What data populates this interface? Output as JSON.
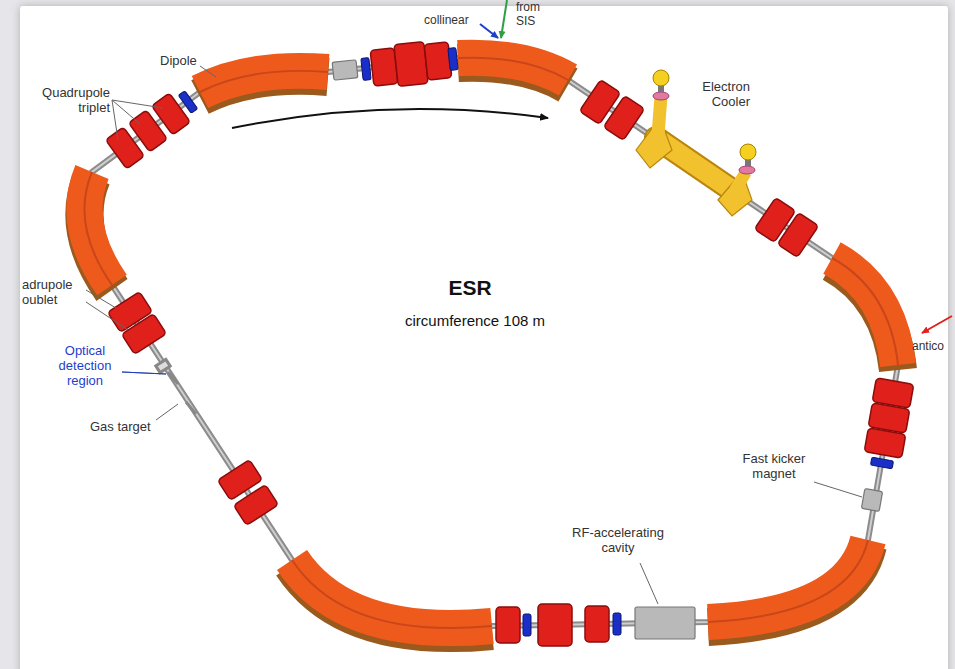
{
  "diagram": {
    "title": "ESR",
    "labels": [
      "collinear",
      "from SIS",
      "Dipole",
      "Quadrupole triplet",
      "Electron Cooler",
      "adrupole oublet",
      "Optical detection region",
      "Gas target",
      "antico",
      "Fast kicker magnet",
      "RF-accelerating cavity",
      "circumference 108 m"
    ]
  }
}
